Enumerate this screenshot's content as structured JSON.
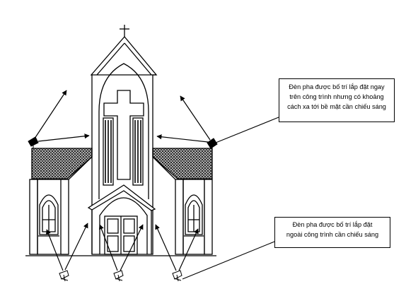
{
  "annotations": {
    "top": {
      "lines": [
        "Đèn pha được bố trí lắp đặt ngay",
        "trên công trình nhưng có khoảng",
        "cách xa tới bề mặt cần chiếu sáng"
      ]
    },
    "bottom": {
      "lines": [
        "Đèn pha được bố trí lắp đặt",
        "ngoài công trình cần chiếu sáng"
      ]
    }
  },
  "colors": {
    "ink": "#000000",
    "paper": "#ffffff"
  }
}
